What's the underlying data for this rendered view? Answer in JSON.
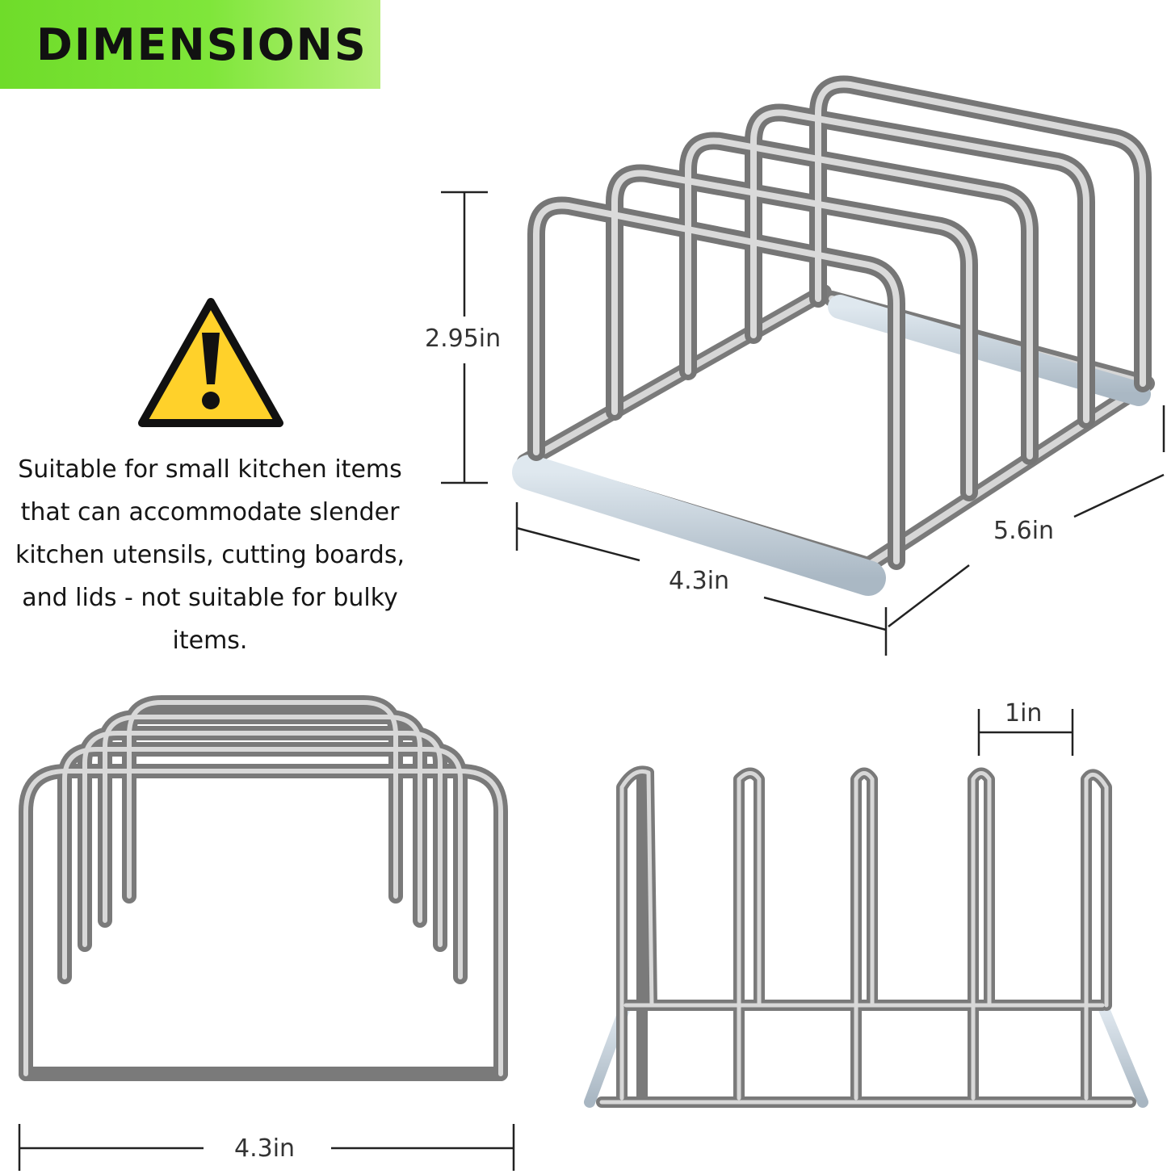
{
  "header": {
    "title": "DIMENSIONS",
    "color": "#6fdc2a"
  },
  "warning": {
    "icon": "warning-icon",
    "color": "#ffd12a"
  },
  "note_lines": [
    "Suitable for small kitchen items",
    "that can accommodate slender",
    "kitchen utensils, cutting boards,",
    "and lids - not suitable for bulky",
    "items."
  ],
  "dimensions": {
    "height": "2.95in",
    "width_top": "4.3in",
    "depth": "5.6in",
    "width_front": "4.3in",
    "slot_spacing": "1in"
  },
  "colors": {
    "metal": "#a8a8a8",
    "metal_dark": "#6e6e6e",
    "foot": "#c6d2dc",
    "line": "#222222"
  }
}
